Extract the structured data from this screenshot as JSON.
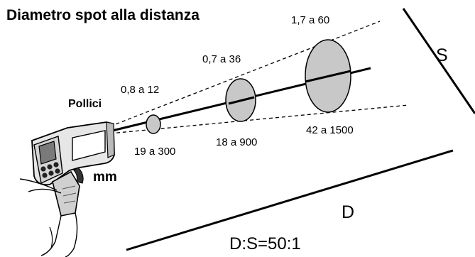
{
  "title": "Diametro spot alla distanza",
  "units": {
    "inches": "Pollici",
    "mm": "mm"
  },
  "spots": [
    {
      "inches": "0,8 a 12",
      "mm": "19 a 300"
    },
    {
      "inches": "0,7 a 36",
      "mm": "18 a 900"
    },
    {
      "inches": "1,7 a 60",
      "mm": "42 a 1500"
    }
  ],
  "labels": {
    "distance": "D",
    "spot": "S",
    "ratio": "D:S=50:1"
  },
  "colors": {
    "spot_fill": "#c8c8c8",
    "line": "#000000"
  },
  "icons": {
    "device": "infrared-thermometer-icon"
  }
}
